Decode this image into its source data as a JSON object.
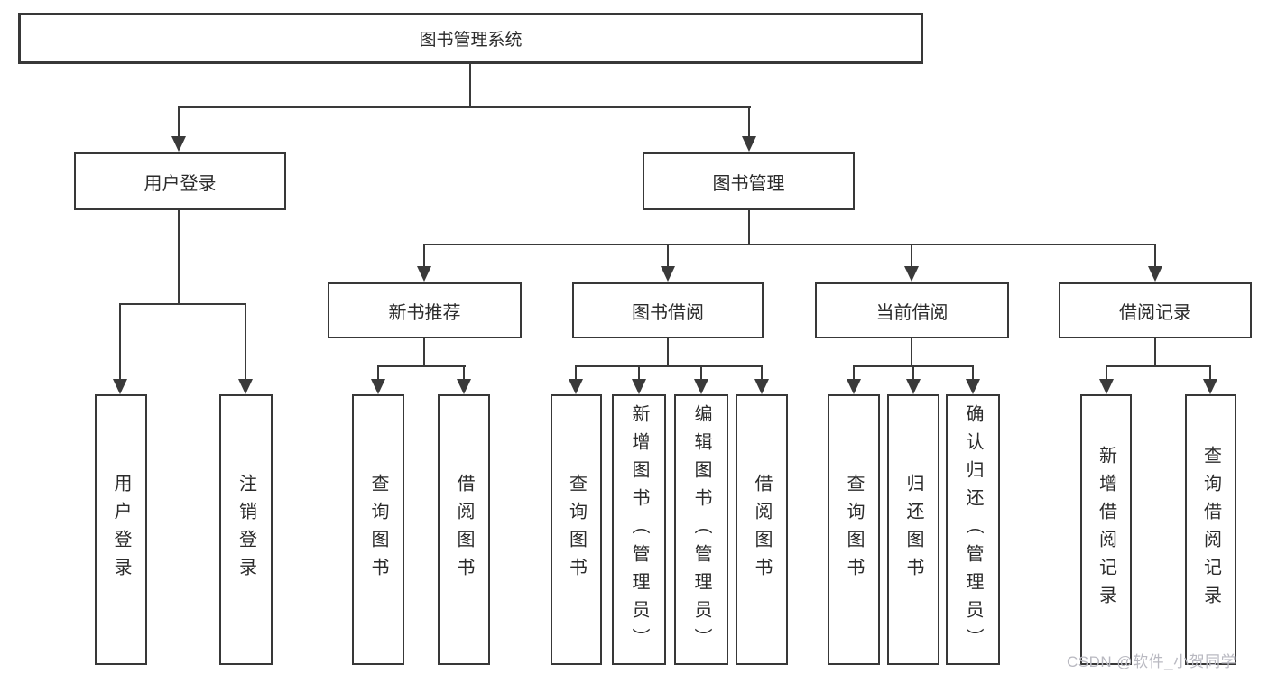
{
  "tree": {
    "root": "图书管理系统",
    "branches": [
      {
        "label": "用户登录",
        "leaves": [
          "用户登录",
          "注销登录"
        ]
      },
      {
        "label": "图书管理",
        "groups": [
          {
            "label": "新书推荐",
            "leaves": [
              "查询图书",
              "借阅图书"
            ]
          },
          {
            "label": "图书借阅",
            "leaves": [
              "查询图书",
              "新增图书（管理员）",
              "编辑图书（管理员）",
              "借阅图书"
            ]
          },
          {
            "label": "当前借阅",
            "leaves": [
              "查询图书",
              "归还图书",
              "确认归还（管理员）"
            ]
          },
          {
            "label": "借阅记录",
            "leaves": [
              "新增借阅记录",
              "查询借阅记录"
            ]
          }
        ]
      }
    ]
  },
  "watermark": {
    "text": "CSDN @软件_小贺同学"
  },
  "colors": {
    "line": "#3a3a3a",
    "box_border": "#383838",
    "text": "#2b2b2b",
    "watermark": "#b9b9c1",
    "background": "#ffffff"
  }
}
